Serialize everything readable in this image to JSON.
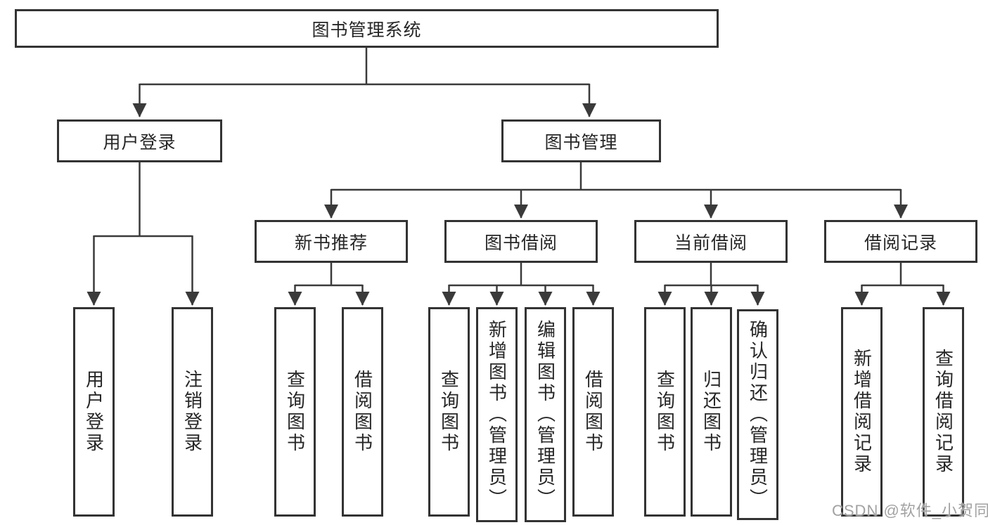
{
  "tree": {
    "title": "图书管理系统",
    "level2": {
      "left": "用户登录",
      "right": "图书管理"
    },
    "level3": [
      "新书推荐",
      "图书借阅",
      "当前借阅",
      "借阅记录"
    ],
    "leaves": {
      "login": [
        "用户登录",
        "注销登录"
      ],
      "recommend": [
        "查询图书",
        "借阅图书"
      ],
      "borrow": [
        "查询图书",
        "新增图书（管理员）",
        "编辑图书（管理员）",
        "借阅图书"
      ],
      "current": [
        "查询图书",
        "归还图书",
        "确认归还（管理员）"
      ],
      "records": [
        "新增借阅记录",
        "查询借阅记录"
      ]
    }
  },
  "watermark": {
    "text": "CSDN @软件_小贺同学"
  },
  "colors": {
    "line": "#3a3a3a",
    "border": "#333333",
    "text": "#262626",
    "watermark": "#a2a2a2",
    "background": "#ffffff"
  }
}
